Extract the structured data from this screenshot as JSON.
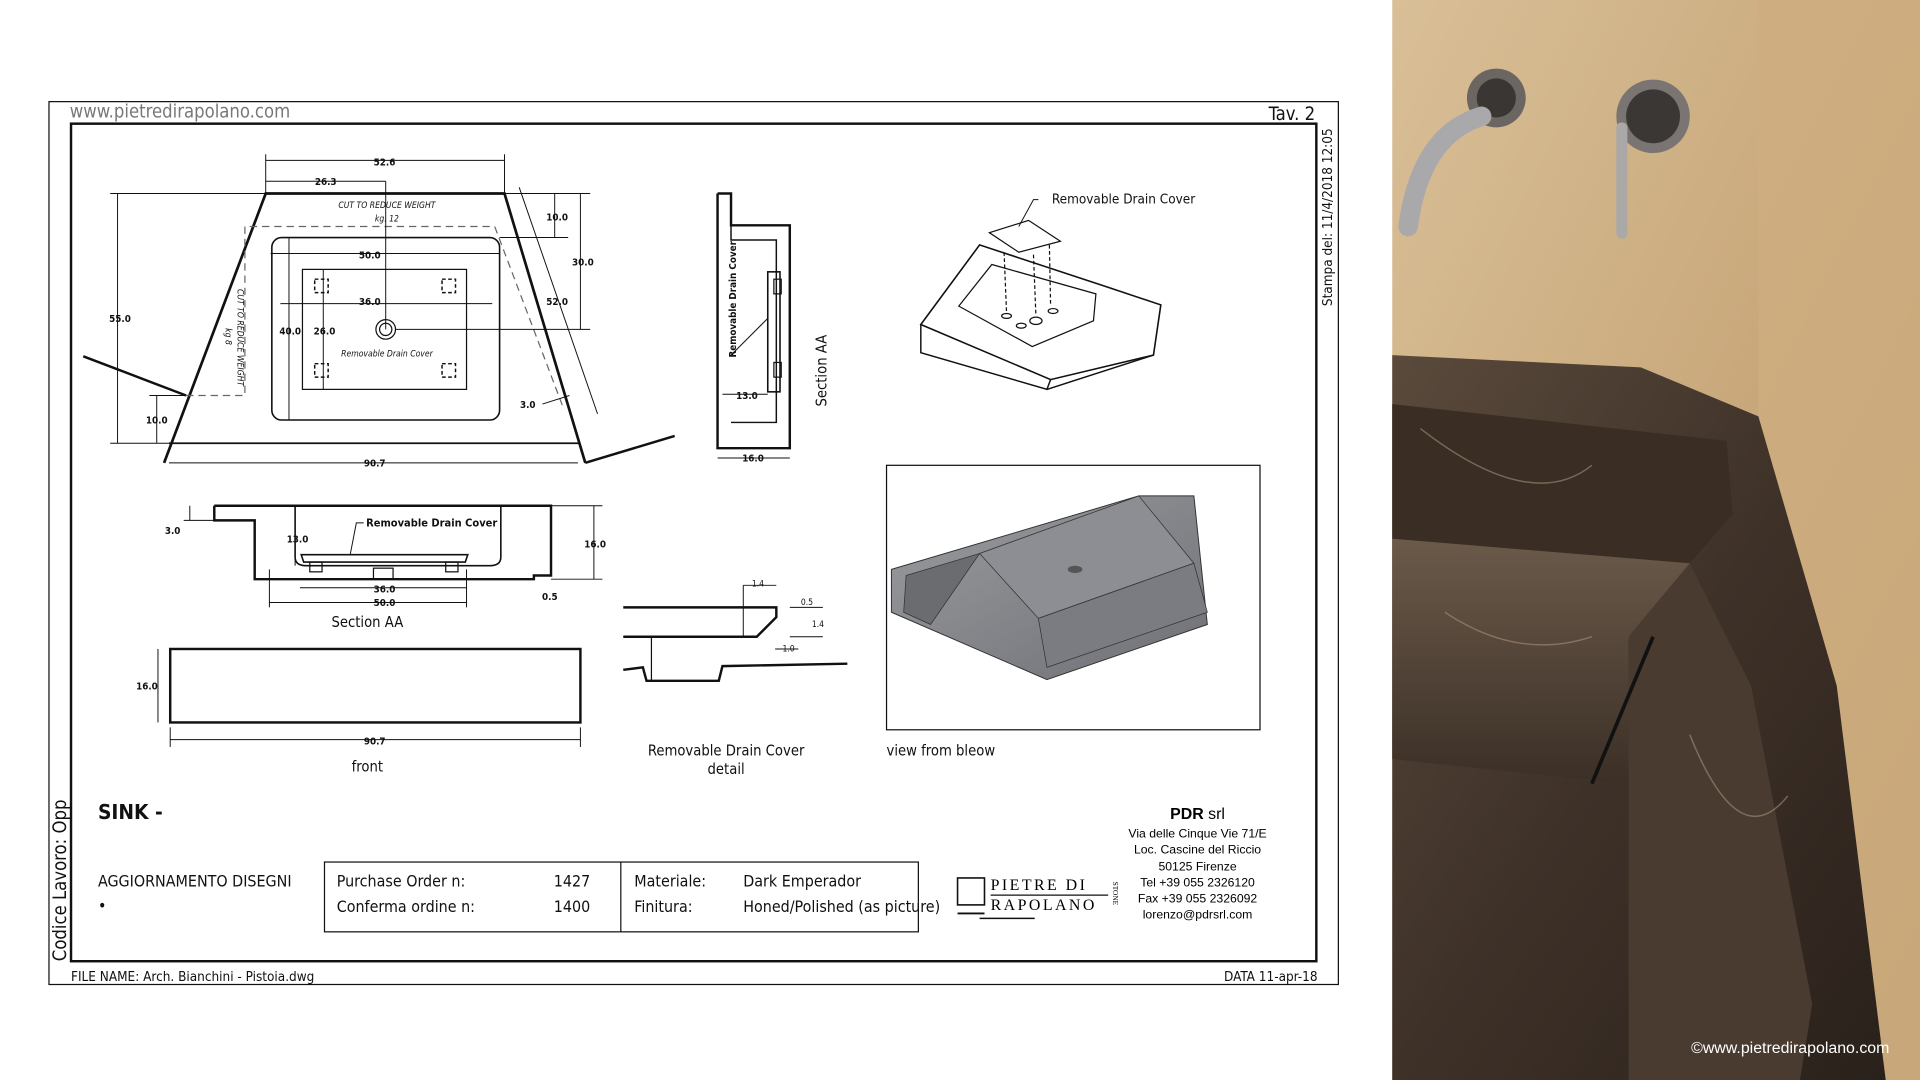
{
  "header": {
    "website": "www.pietredirapolano.com",
    "sheet": "Tav. 2",
    "print_stamp": "Stampa del: 11/4/2018 12:05"
  },
  "plan": {
    "dims": {
      "top_width": "52.6",
      "half_width": "26.3",
      "right_10": "10.0",
      "right_30": "30.0",
      "diag_52": "52.0",
      "height": "55.0",
      "bowl_width": "50.0",
      "cover_width": "36.0",
      "bowl_depth": "40.0",
      "cover_depth": "26.0",
      "left_10": "10.0",
      "edge_3": "3.0",
      "bottom_width": "90.7"
    },
    "cut_top": "CUT TO REDUCE WEIGHT",
    "cut_top_kg": "kg. 12",
    "cut_left": "CUT TO REDUCE WEIGHT",
    "cut_left_kg": "kg 8",
    "drain_label": "Removable Drain Cover"
  },
  "side_section": {
    "drain_label": "Removable Drain Cover",
    "title": "Section AA",
    "dim_13": "13.0",
    "dim_16": "16.0"
  },
  "iso": {
    "drain_label": "Removable Drain Cover"
  },
  "view_below": {
    "caption": "view from bleow"
  },
  "section_aa": {
    "drain_label": "Removable Drain Cover",
    "title": "Section AA",
    "dim_3": "3.0",
    "dim_13": "13.0",
    "dim_16": "16.0",
    "dim_36": "36.0",
    "dim_50": "50.0",
    "dim_05": "0.5"
  },
  "detail": {
    "dim_14a": "1.4",
    "dim_05": "0.5",
    "dim_14b": "1.4",
    "dim_10": "1.0",
    "caption_1": "Removable Drain Cover",
    "caption_2": "detail"
  },
  "front": {
    "dim_16": "16.0",
    "dim_907": "90.7",
    "caption": "front"
  },
  "title_block": {
    "codice": "Codice Lavoro: Opp",
    "sink": "SINK -",
    "update": "AGGIORNAMENTO DISEGNI",
    "bullet": "•",
    "po_label": "Purchase Order n:",
    "po_value": "1427",
    "conf_label": "Conferma ordine n:",
    "conf_value": "1400",
    "mat_label": "Materiale:",
    "mat_value": "Dark Emperador",
    "fin_label": "Finitura:",
    "fin_value": "Honed/Polished (as picture)",
    "file_name": "FILE NAME: Arch. Bianchini - Pistoia.dwg",
    "date": "DATA 11-apr-18"
  },
  "logo": {
    "line1": "PIETRE DI",
    "line2": "RAPOLANO",
    "side": "STONE"
  },
  "company": {
    "name": "PDR",
    "suffix": "srl",
    "address1": "Via delle Cinque Vie 71/E",
    "address2": "Loc. Cascine del Riccio",
    "city": "50125 Firenze",
    "tel": "Tel +39  055 2326120",
    "fax": "Fax +39 055 2326092",
    "email": "lorenzo@pdrsrl.com"
  },
  "photo": {
    "credit": "©www.pietredirapolano.com"
  }
}
